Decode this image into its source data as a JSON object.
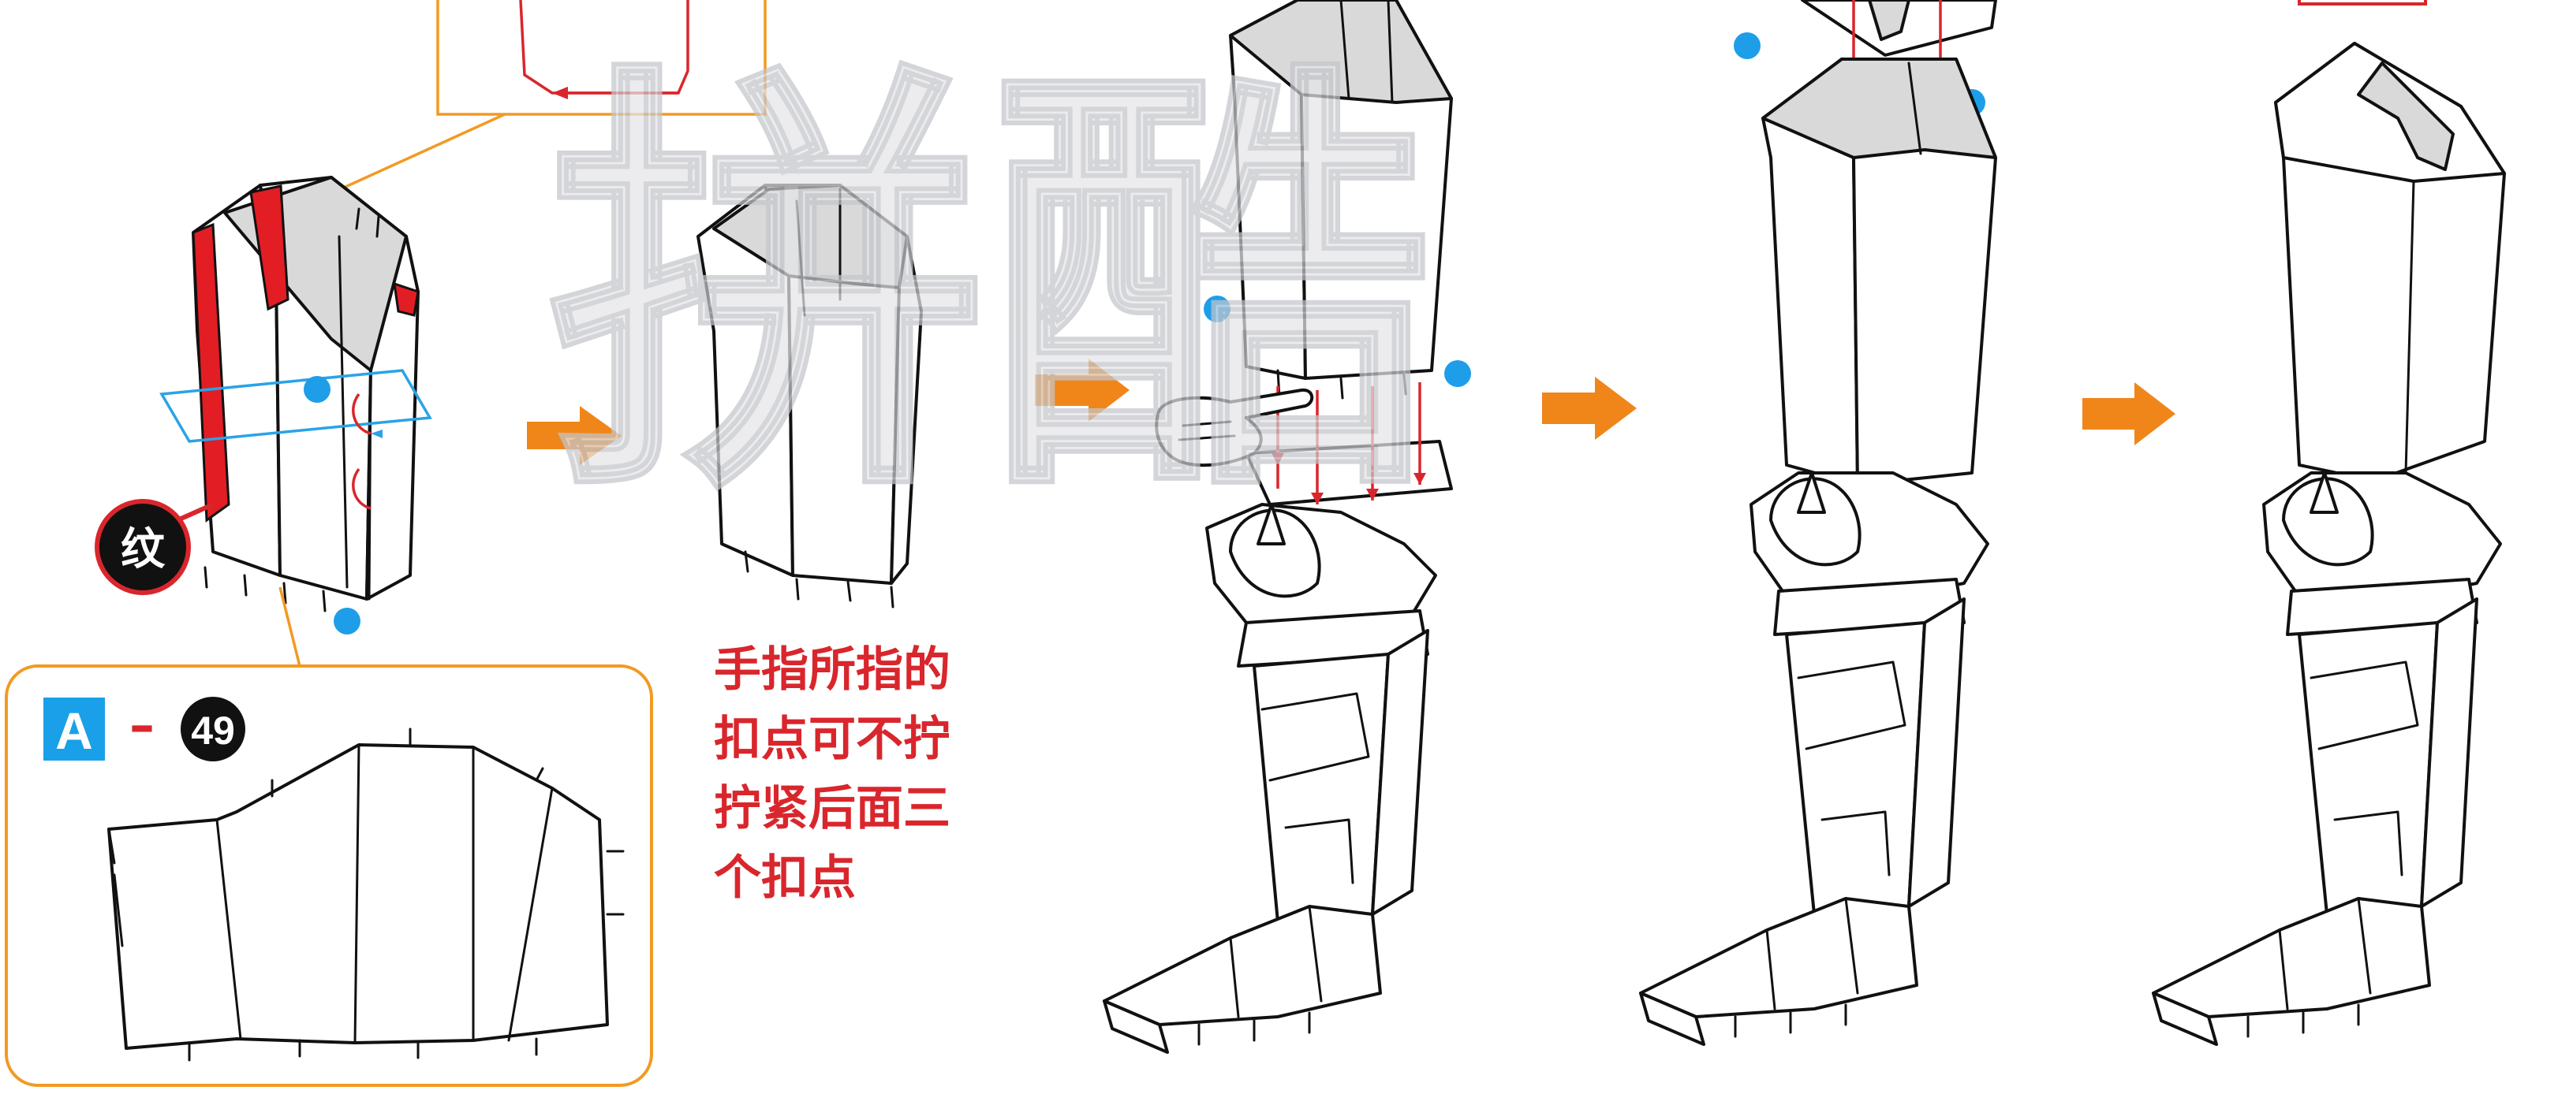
{
  "watermark": {
    "text": "拼酷"
  },
  "badge": {
    "text": "纹"
  },
  "part_label": {
    "letter": "A",
    "dash": "–",
    "number": "49"
  },
  "note": {
    "lines": [
      "手指所指的",
      "扣点可不拧",
      "拧紧后面三",
      "个扣点"
    ]
  },
  "colors": {
    "accent_red": "#e21d24",
    "note_red": "#d9262c",
    "arrow_orange": "#f0861a",
    "dot_blue": "#1e9ee8",
    "label_blue": "#1aa0e8",
    "callout_orange": "#f29a22",
    "shading_grey": "#d9d9d9"
  },
  "icons": [
    "orange-arrow-icon",
    "pointing-hand-icon",
    "blue-dot-icon"
  ]
}
